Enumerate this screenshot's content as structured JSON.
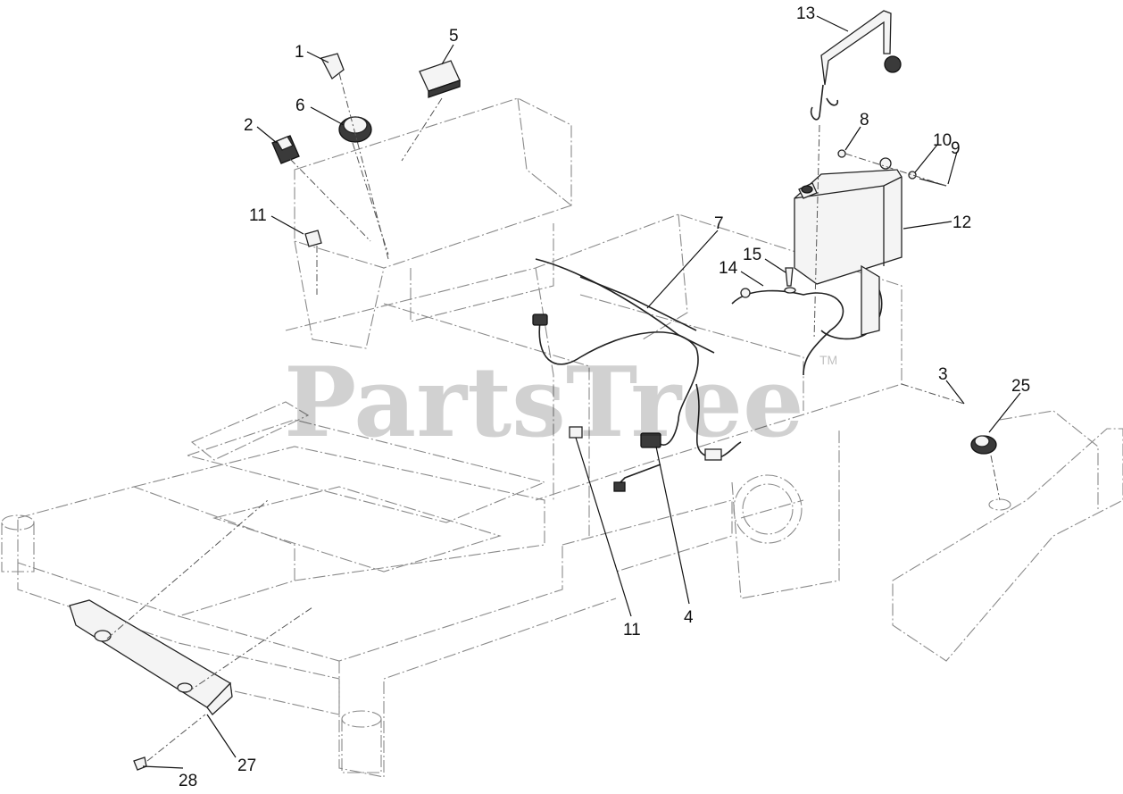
{
  "watermark": {
    "text": "PartsTree",
    "trademark": "TM"
  },
  "callouts": [
    {
      "id": "callout-1",
      "label": "1"
    },
    {
      "id": "callout-5",
      "label": "5"
    },
    {
      "id": "callout-6",
      "label": "6"
    },
    {
      "id": "callout-2",
      "label": "2"
    },
    {
      "id": "callout-11a",
      "label": "11"
    },
    {
      "id": "callout-13",
      "label": "13"
    },
    {
      "id": "callout-8",
      "label": "8"
    },
    {
      "id": "callout-10",
      "label": "10"
    },
    {
      "id": "callout-9",
      "label": "9"
    },
    {
      "id": "callout-12",
      "label": "12"
    },
    {
      "id": "callout-7",
      "label": "7"
    },
    {
      "id": "callout-15",
      "label": "15"
    },
    {
      "id": "callout-14",
      "label": "14"
    },
    {
      "id": "callout-3",
      "label": "3"
    },
    {
      "id": "callout-25",
      "label": "25"
    },
    {
      "id": "callout-11b",
      "label": "11"
    },
    {
      "id": "callout-4",
      "label": "4"
    },
    {
      "id": "callout-27",
      "label": "27"
    },
    {
      "id": "callout-28",
      "label": "28"
    }
  ]
}
